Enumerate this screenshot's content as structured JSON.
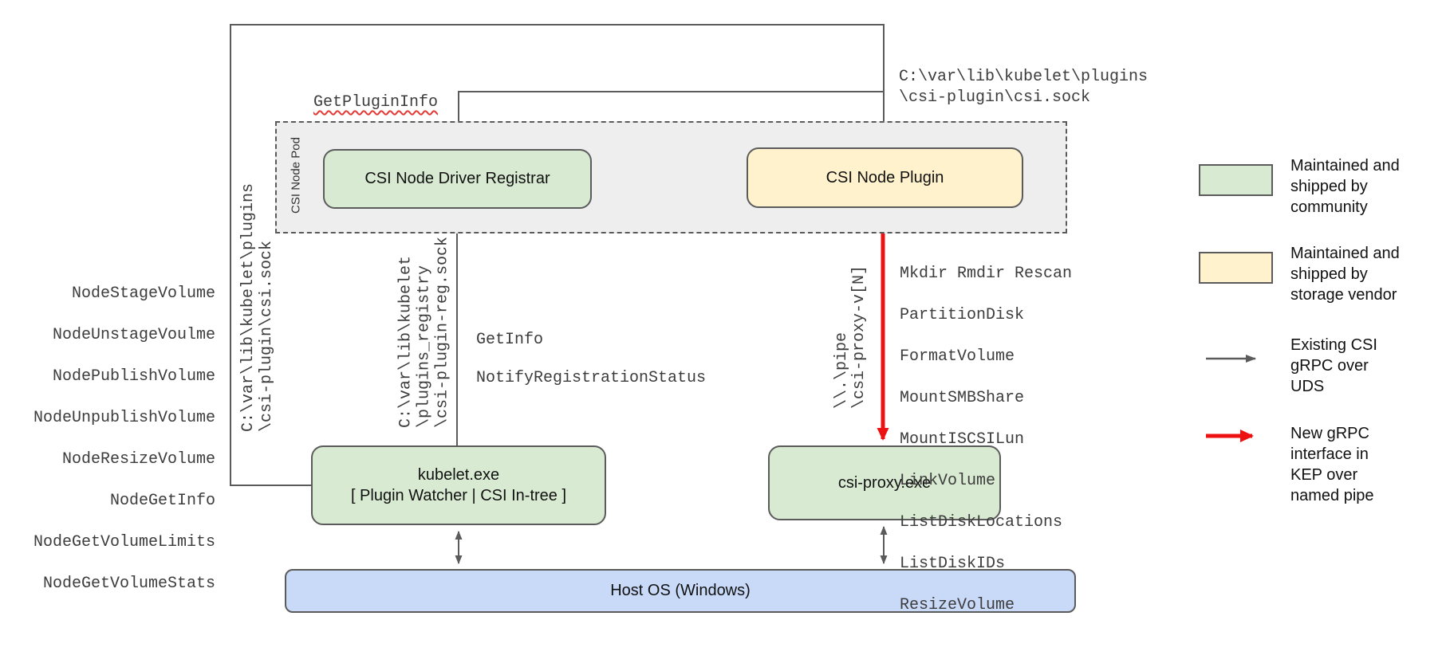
{
  "colors": {
    "community_green": "#d9ead3",
    "vendor_yellow": "#fff2cc",
    "host_blue": "#c9daf8",
    "pod_gray": "#eeeeee",
    "line_gray": "#5b5b5b",
    "new_grpc_red": "#ee1111",
    "squiggle_red": "#e53935"
  },
  "pod": {
    "label": "CSI Node Pod"
  },
  "nodes": {
    "registrar": "CSI Node Driver Registrar",
    "plugin": "CSI Node Plugin",
    "kubelet_line1": "kubelet.exe",
    "kubelet_line2": "[ Plugin Watcher | CSI In-tree ]",
    "csi_proxy": "csi-proxy.exe",
    "host_os": "Host OS (Windows)"
  },
  "labels": {
    "get_plugin_info": "GetPluginInfo",
    "csi_sock_path_top": "C:\\var\\lib\\kubelet\\plugins\n\\csi-plugin\\csi.sock",
    "csi_sock_path_left": "C:\\var\\lib\\kubelet\\plugins\n\\csi-plugin\\csi.sock",
    "registration_sock_path": "C:\\var\\lib\\kubelet\n\\plugins_registry\n\\csi-plugin-reg.sock",
    "named_pipe_path": "\\\\.\\pipe\n\\csi-proxy-v[N]"
  },
  "registration_calls": [
    "GetInfo",
    "NotifyRegistrationStatus"
  ],
  "node_methods": [
    "NodeStageVolume",
    "NodeUnstageVoulme",
    "NodePublishVolume",
    "NodeUnpublishVolume",
    "NodeResizeVolume",
    "NodeGetInfo",
    "NodeGetVolumeLimits",
    "NodeGetVolumeStats"
  ],
  "proxy_methods": [
    "Mkdir Rmdir Rescan",
    "PartitionDisk",
    "FormatVolume",
    "MountSMBShare",
    "MountISCSILun",
    "LinkVolume",
    "ListDiskLocations",
    "ListDiskIDs",
    "ResizeVolume"
  ],
  "legend": [
    {
      "label": "Maintained and\nshipped by\ncommunity"
    },
    {
      "label": "Maintained and\nshipped by\nstorage vendor"
    },
    {
      "label": "Existing CSI\ngRPC over\nUDS"
    },
    {
      "label": "New gRPC\ninterface in\nKEP over\nnamed pipe"
    }
  ]
}
